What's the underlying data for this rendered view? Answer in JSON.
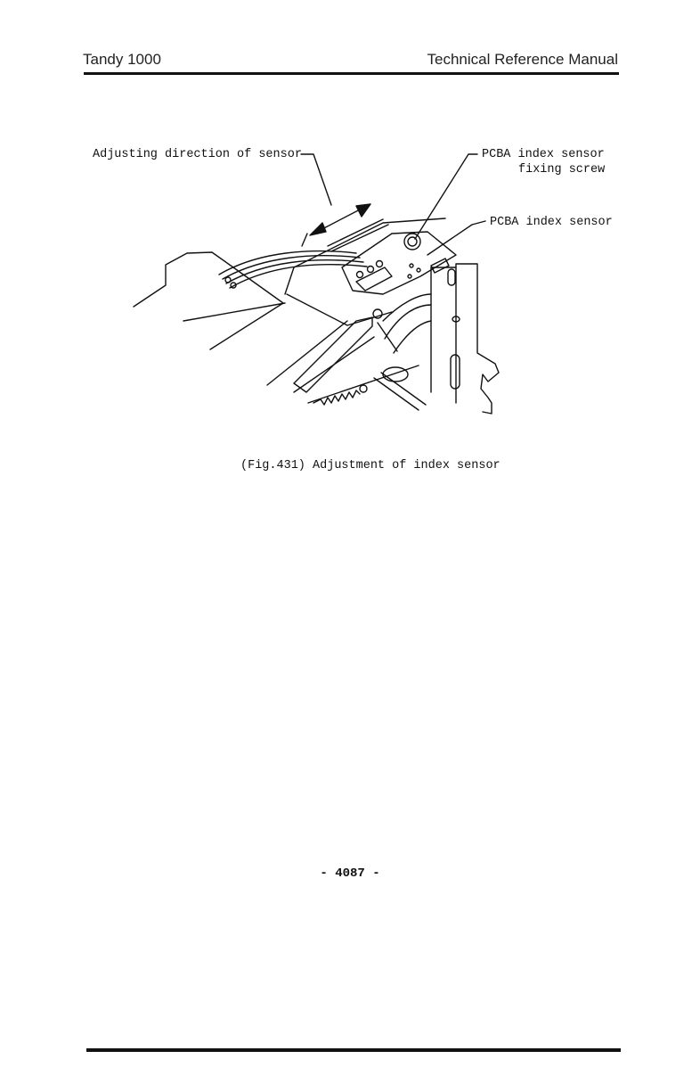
{
  "header": {
    "left": "Tandy 1000",
    "right": "Technical Reference Manual"
  },
  "figure": {
    "labels": {
      "adjusting_direction": "Adjusting direction of sensor",
      "fixing_screw_line1": "PCBA index sensor",
      "fixing_screw_line2": "fixing screw",
      "index_sensor": "PCBA index sensor"
    },
    "caption": "(Fig.431) Adjustment of index sensor"
  },
  "footer": {
    "page_number": "- 4087 -"
  }
}
